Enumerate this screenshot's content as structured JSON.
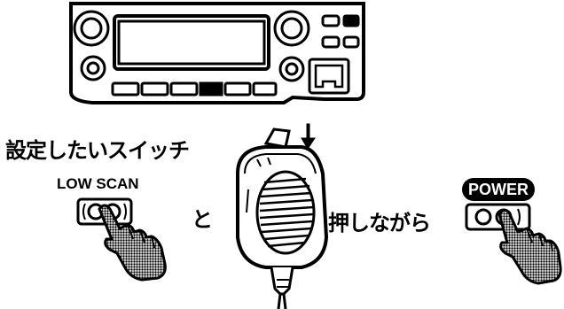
{
  "labels": {
    "instruction": "設定したいスイッチ",
    "low_scan": "LOW SCAN",
    "and": "と",
    "press_while": "押しながら",
    "power": "POWER"
  },
  "icons": [
    "radio-unit-icon",
    "low-scan-button-icon",
    "hand-pointer-icon",
    "microphone-icon",
    "arrow-down-icon",
    "power-button-icon"
  ]
}
